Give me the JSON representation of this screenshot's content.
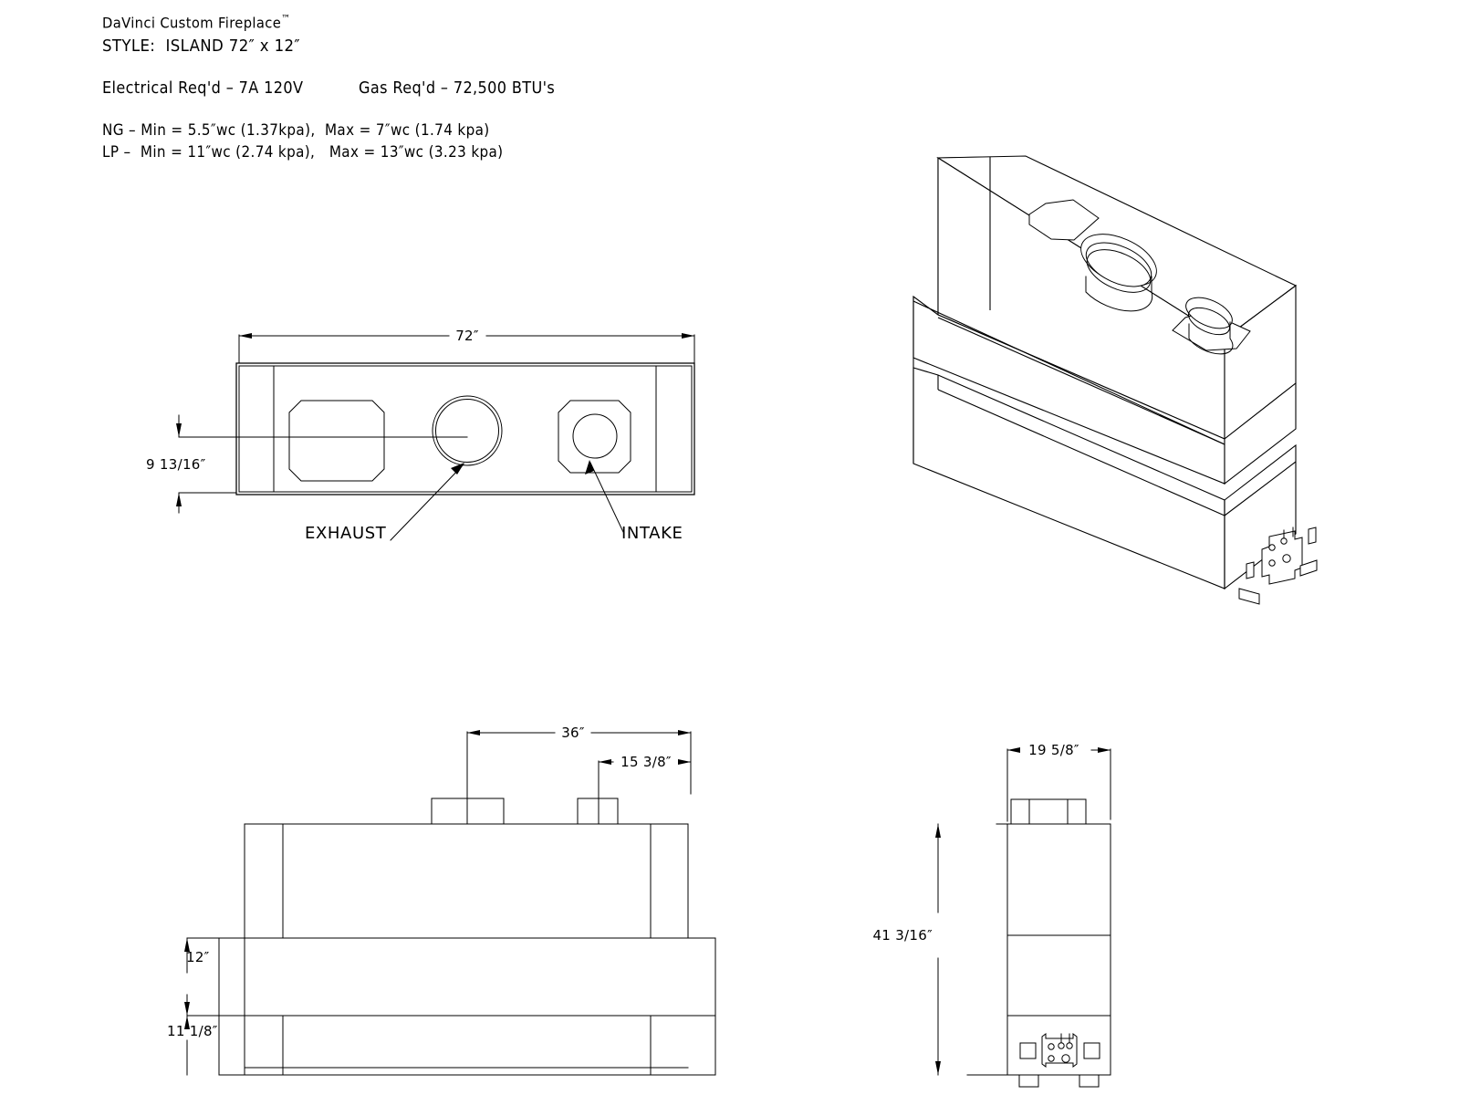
{
  "document": {
    "type": "technical-drawing",
    "sheet_width": 1600,
    "sheet_height": 1200,
    "background_color": "#ffffff",
    "line_color": "#000000"
  },
  "header": {
    "product_title": "DaVinci Custom Fireplace",
    "trademark": "™",
    "style_line": "STYLE:  ISLAND 72″ x 12″",
    "electrical_req": "Electrical Req'd – 7A 120V",
    "gas_req": "Gas Req'd – 72,500 BTU's",
    "ng_line": "NG – Min = 5.5″wc (1.37kpa),  Max = 7″wc (1.74 kpa)",
    "lp_line": "LP –  Min = 11″wc (2.74 kpa),   Max = 13″wc (3.23 kpa)"
  },
  "views": {
    "plan": {
      "name": "Top / Plan View",
      "dimensions": {
        "overall_length": "72″",
        "depth": "9 13/16″"
      },
      "callouts": {
        "exhaust": "EXHAUST",
        "intake": "INTAKE"
      },
      "features": [
        {
          "name": "access-panel-opening",
          "shape": "octagon"
        },
        {
          "name": "exhaust-collar",
          "shape": "circle-double"
        },
        {
          "name": "intake-collar",
          "shape": "circle-in-octagon"
        }
      ]
    },
    "isometric": {
      "name": "Isometric View",
      "features": [
        {
          "name": "top-access-panel",
          "shape": "rounded-rect"
        },
        {
          "name": "exhaust-collar",
          "shape": "cylinder-large"
        },
        {
          "name": "intake-collar",
          "shape": "cylinder-small"
        },
        {
          "name": "control-panel",
          "shape": "junction-plate"
        },
        {
          "name": "mounting-feet",
          "count": 2
        }
      ]
    },
    "front_elevation": {
      "name": "Front Elevation",
      "dimensions": {
        "exhaust_center_offset": "36″",
        "intake_center_offset": "15 3/8″",
        "firebox_height": "12″",
        "base_height": "11 1/8″"
      }
    },
    "side_elevation": {
      "name": "Side Elevation",
      "dimensions": {
        "overall_depth": "19 5/8″",
        "overall_height": "41 3/16″"
      },
      "features": [
        {
          "name": "control-panel",
          "shape": "junction-plate"
        },
        {
          "name": "knockout-left",
          "shape": "square"
        },
        {
          "name": "knockout-right",
          "shape": "square"
        },
        {
          "name": "mounting-feet",
          "count": 2
        }
      ]
    }
  }
}
